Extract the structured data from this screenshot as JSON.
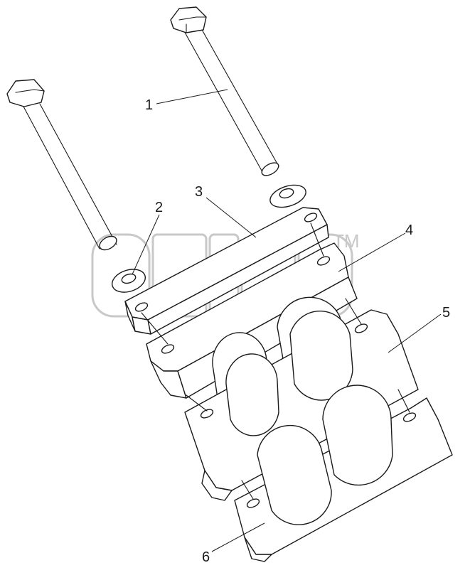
{
  "callouts": [
    {
      "id": "1",
      "label": "1"
    },
    {
      "id": "2",
      "label": "2"
    },
    {
      "id": "3",
      "label": "3"
    },
    {
      "id": "4",
      "label": "4"
    },
    {
      "id": "5",
      "label": "5"
    },
    {
      "id": "6",
      "label": "6"
    }
  ],
  "watermark": {
    "trademark": "TM"
  },
  "colors": {
    "line": "#1a1a1a",
    "watermark": "#c8c8c8",
    "background": "#ffffff"
  }
}
